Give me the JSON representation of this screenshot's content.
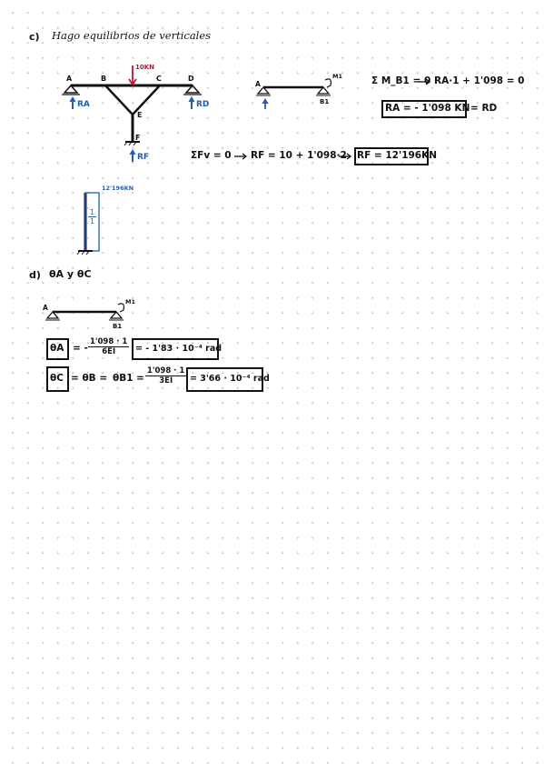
{
  "section_c": {
    "label": "c)",
    "title": "Hago equilibrios de verticales"
  },
  "frame": {
    "load": "10KN",
    "nodes": {
      "a": "A",
      "b": "B",
      "c": "C",
      "d": "D",
      "e": "E",
      "f": "F"
    },
    "reactions": {
      "ra": "RA",
      "rd": "RD",
      "rf": "RF"
    }
  },
  "beam1": {
    "left": "A",
    "right": "B1",
    "moment": "M1"
  },
  "eq_moment": {
    "lhs": "Σ M_B1 = 0",
    "rhs": "RA·1 + 1'098 = 0",
    "result": "RA = - 1'098 KN",
    "equals_rd": "= RD"
  },
  "eq_vertical": {
    "lhs": "ΣFv = 0",
    "rhs": "RF = 10 + 1'098·2",
    "result": "RF = 12'196KN"
  },
  "column": {
    "value": "12'196KN",
    "fraction_num": "1",
    "fraction_den": "1"
  },
  "section_d": {
    "label": "d)",
    "title": "θA y θC"
  },
  "beam2": {
    "left": "A",
    "right": "B1",
    "moment": "M1"
  },
  "eq_theta_a": {
    "lhs": "θA",
    "neg": "= -",
    "num": "1'098 · 1",
    "den": "6EI",
    "result": "= - 1'83 · 10⁻⁴ rad"
  },
  "eq_theta_c": {
    "lhs": "θC",
    "mid1": "= θB =",
    "mid2": "θB1",
    "eq": "=",
    "num": "1'098 · 1",
    "den": "3EI",
    "result": "= 3'66 · 10⁻⁴ rad"
  },
  "colors": {
    "ink": "#111111",
    "blue": "#1f5fb8",
    "red": "#c8102e",
    "grid": "#c9c9c9"
  }
}
